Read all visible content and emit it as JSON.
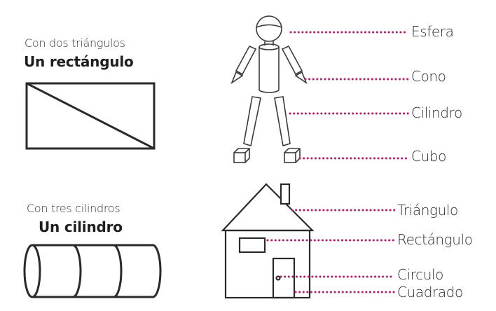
{
  "left": {
    "rectangle": {
      "subtitle": "Con dos triángulos",
      "title": "Un rectángulo"
    },
    "cylinder": {
      "subtitle": "Con tres cilindros",
      "title": "Un cilindro"
    }
  },
  "robot_labels": [
    "Esfera",
    "Cono",
    "Cilindro",
    "Cubo"
  ],
  "house_labels": [
    "Triángulo",
    "Rectángulo",
    "Circulo",
    "Cuadrado"
  ],
  "colors": {
    "line": "#2a2a2a",
    "dots": "#b01f6a"
  }
}
